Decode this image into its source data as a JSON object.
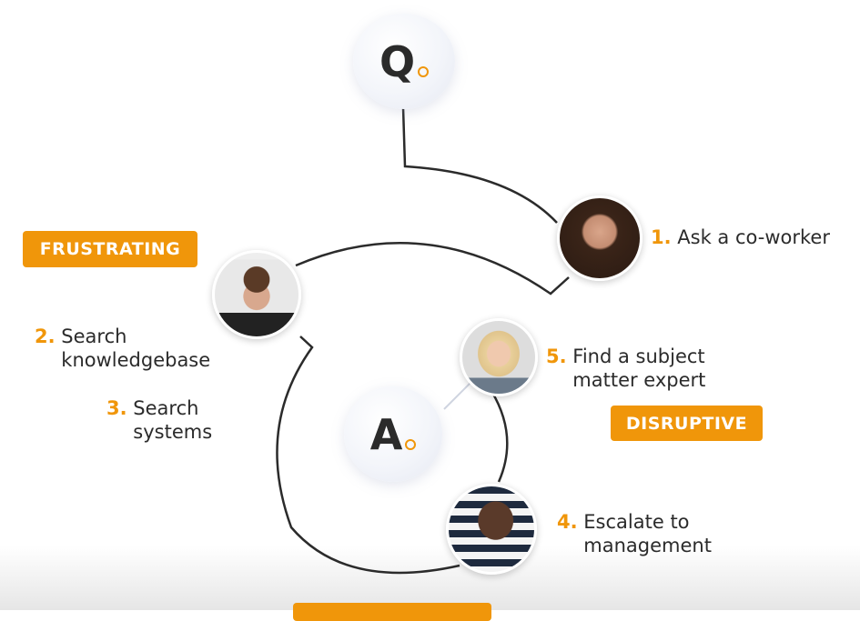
{
  "question_symbol": "Q",
  "answer_symbol": "A",
  "steps": [
    {
      "num": "1.",
      "text": "Ask a co-worker"
    },
    {
      "num": "2.",
      "text": "Search knowledgebase"
    },
    {
      "num": "3.",
      "text": "Search systems"
    },
    {
      "num": "4.",
      "text": "Escalate to management"
    },
    {
      "num": "5.",
      "text": "Find a subject matter expert"
    }
  ],
  "tags": {
    "frustrating": "FRUSTRATING",
    "disruptive": "DISRUPTIVE"
  },
  "colors": {
    "accent": "#f0960a",
    "text": "#2b2b2b"
  }
}
